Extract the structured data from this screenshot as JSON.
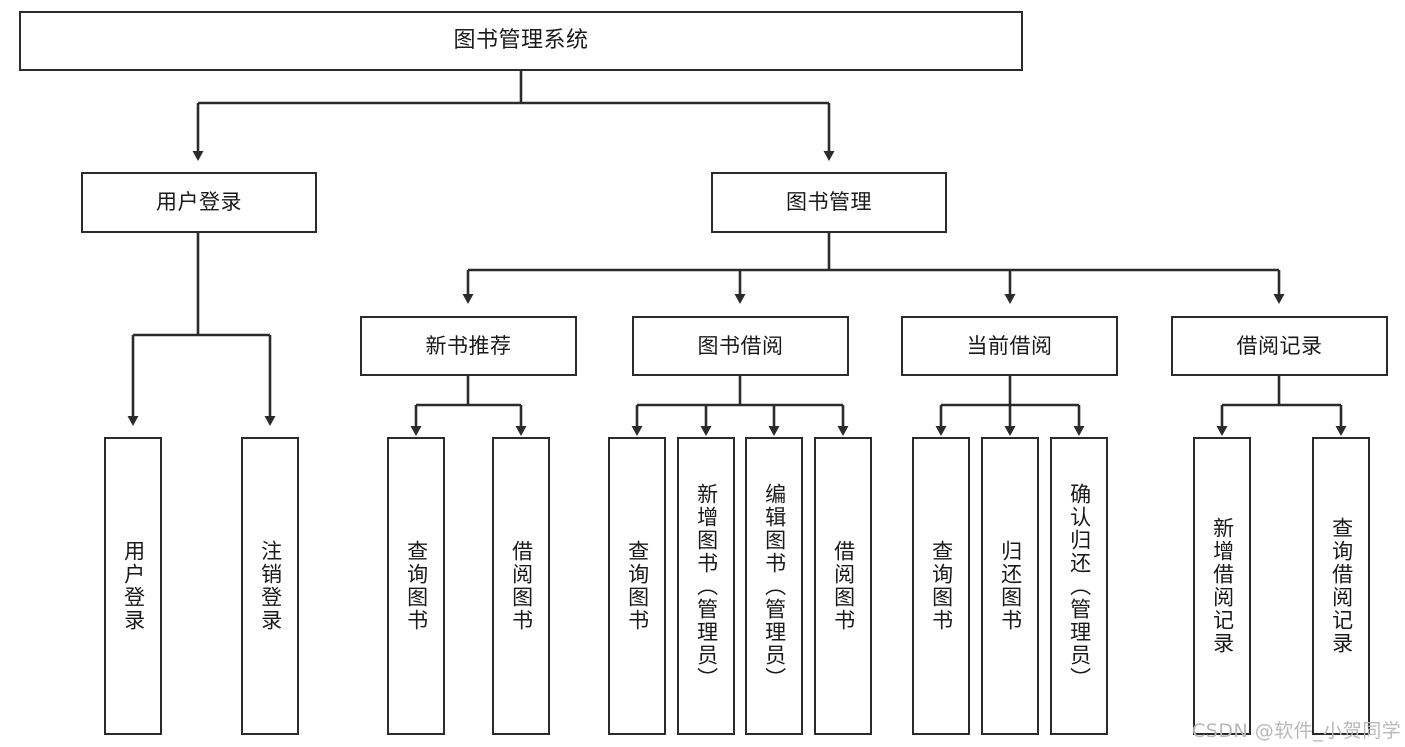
{
  "diagram": {
    "title": "图书管理系统",
    "type": "tree",
    "stroke_color": "#2b2b2b",
    "fill_color": "#ffffff",
    "text_color": "#1a1a1a"
  },
  "nodes": {
    "root": {
      "label": "图书管理系统"
    },
    "level2": [
      {
        "label": "用户登录"
      },
      {
        "label": "图书管理"
      }
    ],
    "level3": [
      {
        "label": "新书推荐"
      },
      {
        "label": "图书借阅"
      },
      {
        "label": "当前借阅"
      },
      {
        "label": "借阅记录"
      }
    ],
    "leaves": {
      "user_login": [
        {
          "label": "用户登录"
        },
        {
          "label": "注销登录"
        }
      ],
      "new_book_recommend": [
        {
          "label": "查询图书"
        },
        {
          "label": "借阅图书"
        }
      ],
      "book_borrow": [
        {
          "label": "查询图书"
        },
        {
          "label": "新增图书（管理员）"
        },
        {
          "label": "编辑图书（管理员）"
        },
        {
          "label": "借阅图书"
        }
      ],
      "current_borrow": [
        {
          "label": "查询图书"
        },
        {
          "label": "归还图书"
        },
        {
          "label": "确认归还（管理员）"
        }
      ],
      "borrow_record": [
        {
          "label": "新增借阅记录"
        },
        {
          "label": "查询借阅记录"
        }
      ]
    }
  },
  "watermark": {
    "text": "CSDN @软件_小贺同学"
  }
}
